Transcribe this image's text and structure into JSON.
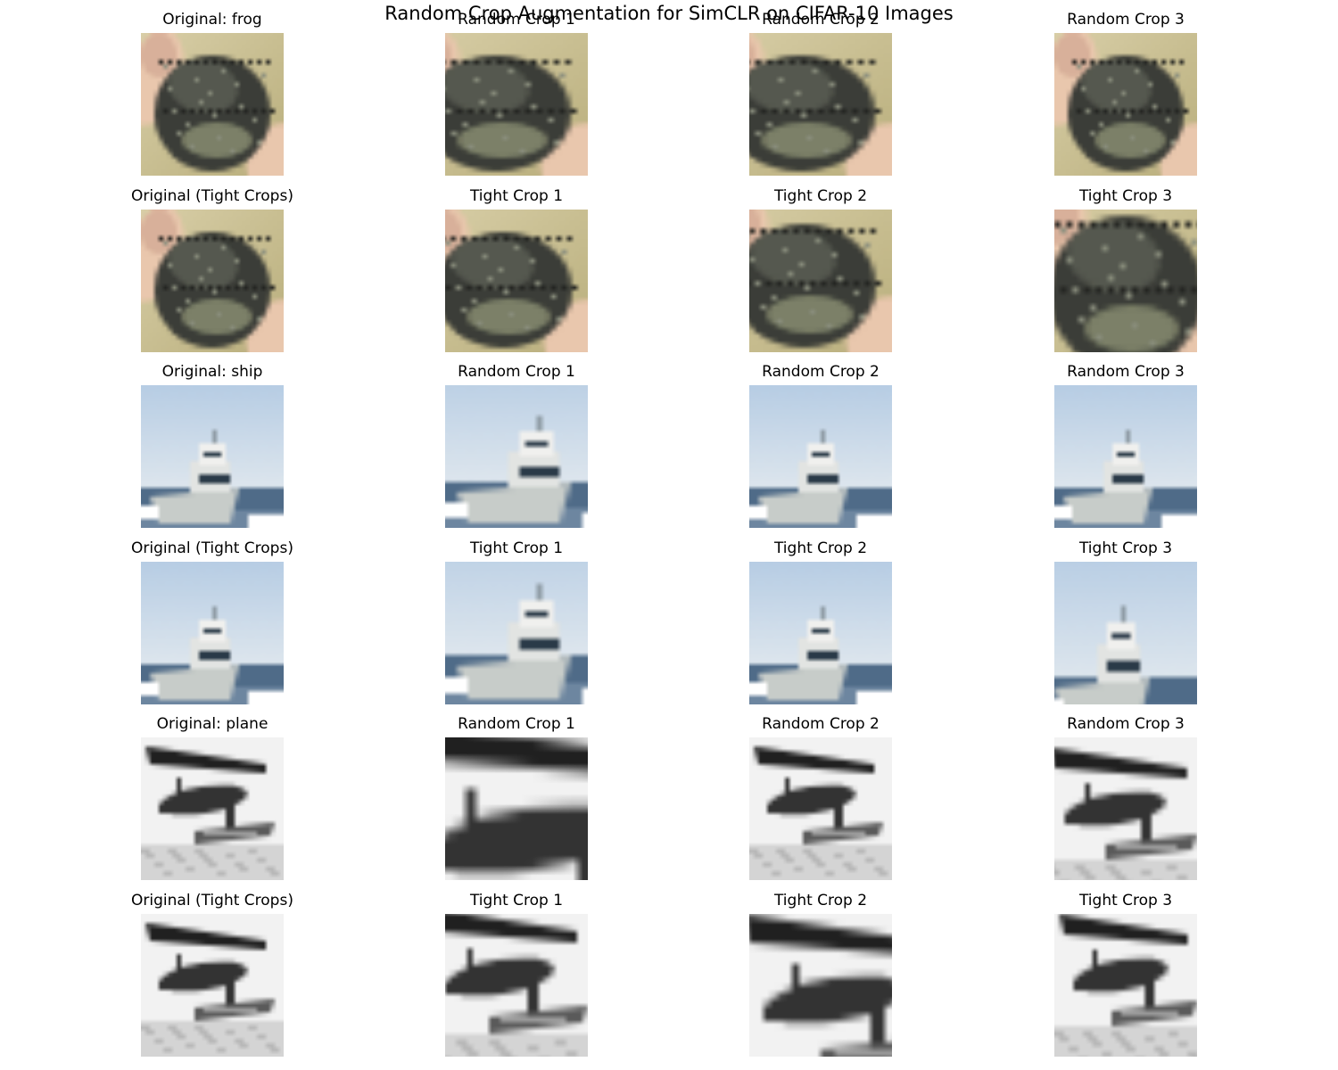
{
  "figure": {
    "title": "Random Crop Augmentation for SimCLR on CIFAR-10 Images",
    "rows": [
      {
        "scene": "frog",
        "titles": [
          "Original: frog",
          "Random Crop 1",
          "Random Crop 2",
          "Random Crop 3"
        ]
      },
      {
        "scene": "frog",
        "titles": [
          "Original (Tight Crops)",
          "Tight Crop 1",
          "Tight Crop 2",
          "Tight Crop 3"
        ]
      },
      {
        "scene": "ship",
        "titles": [
          "Original: ship",
          "Random Crop 1",
          "Random Crop 2",
          "Random Crop 3"
        ]
      },
      {
        "scene": "ship",
        "titles": [
          "Original (Tight Crops)",
          "Tight Crop 1",
          "Tight Crop 2",
          "Tight Crop 3"
        ]
      },
      {
        "scene": "plane",
        "titles": [
          "Original: plane",
          "Random Crop 1",
          "Random Crop 2",
          "Random Crop 3"
        ]
      },
      {
        "scene": "plane",
        "titles": [
          "Original (Tight Crops)",
          "Tight Crop 1",
          "Tight Crop 2",
          "Tight Crop 3"
        ]
      }
    ]
  }
}
